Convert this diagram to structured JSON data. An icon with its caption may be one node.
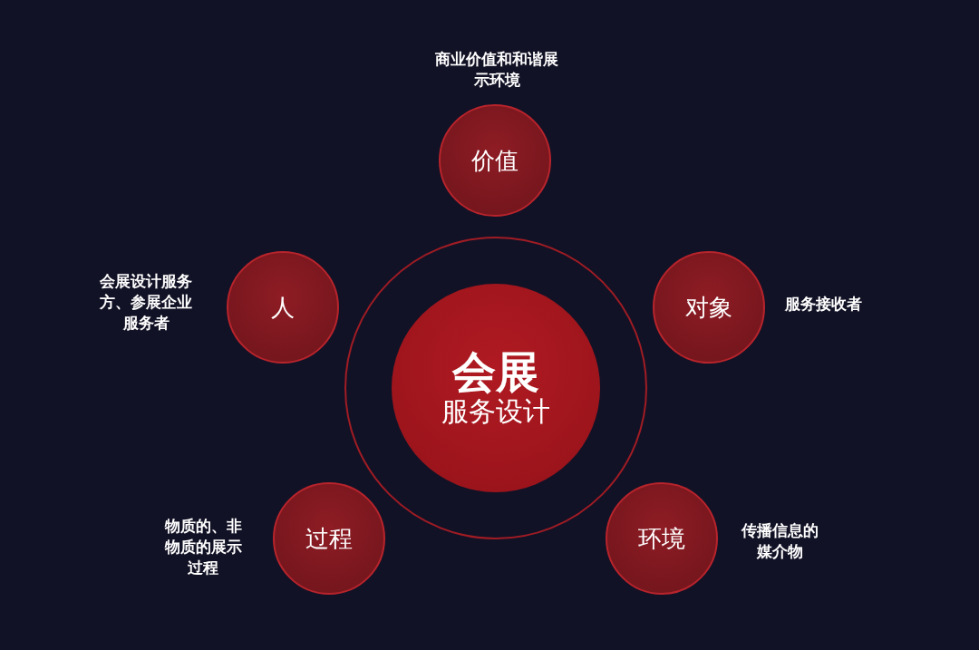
{
  "diagram": {
    "nodes": [
      {
        "text": [
          "价值"
        ],
        "beside": [
          "商业价值和和谐展示环境"
        ]
      },
      {
        "text": [
          "人"
        ],
        "beside": [
          "会展设计服务方、参展企业服务者"
        ]
      },
      {
        "text": [
          "对象"
        ],
        "beside": [
          "服务接收者"
        ]
      },
      {
        "text": [
          "会展",
          "服务设计"
        ]
      },
      {
        "text": [
          "过程"
        ],
        "beside": [
          "物质的、非物质的展示过程"
        ]
      },
      {
        "text": [
          "环境"
        ],
        "beside": [
          "传播信息的媒介物"
        ]
      }
    ],
    "edges": []
  }
}
